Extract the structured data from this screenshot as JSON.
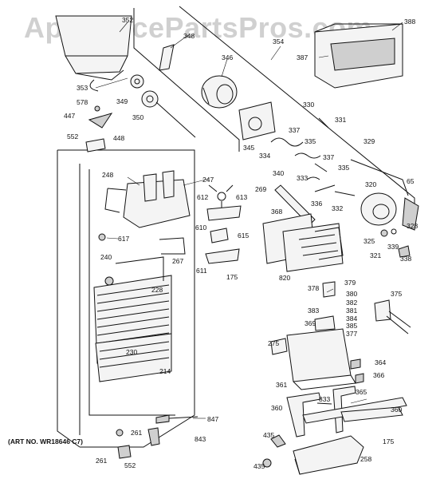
{
  "watermark": "AppliancePartsPros.com",
  "art_number": "(ART NO. WR18646 C7)",
  "colors": {
    "ink": "#111111",
    "watermark": "#969696",
    "background": "#ffffff"
  },
  "callouts": [
    "352",
    "348",
    "346",
    "353",
    "349",
    "350",
    "578",
    "447",
    "552",
    "448",
    "354",
    "388",
    "387",
    "330",
    "331",
    "337",
    "335",
    "345",
    "334",
    "340",
    "333",
    "329",
    "269",
    "336",
    "332",
    "320",
    "65",
    "368",
    "328",
    "325",
    "321",
    "339",
    "338",
    "248",
    "247",
    "612",
    "613",
    "610",
    "615",
    "617",
    "267",
    "611",
    "175",
    "240",
    "228",
    "820",
    "378",
    "379",
    "380",
    "382",
    "381",
    "383",
    "384",
    "385",
    "377",
    "375",
    "369",
    "275",
    "364",
    "366",
    "361",
    "365",
    "833",
    "360",
    "360",
    "175",
    "214",
    "230",
    "847",
    "843",
    "261",
    "261",
    "552",
    "435",
    "435",
    "258"
  ]
}
